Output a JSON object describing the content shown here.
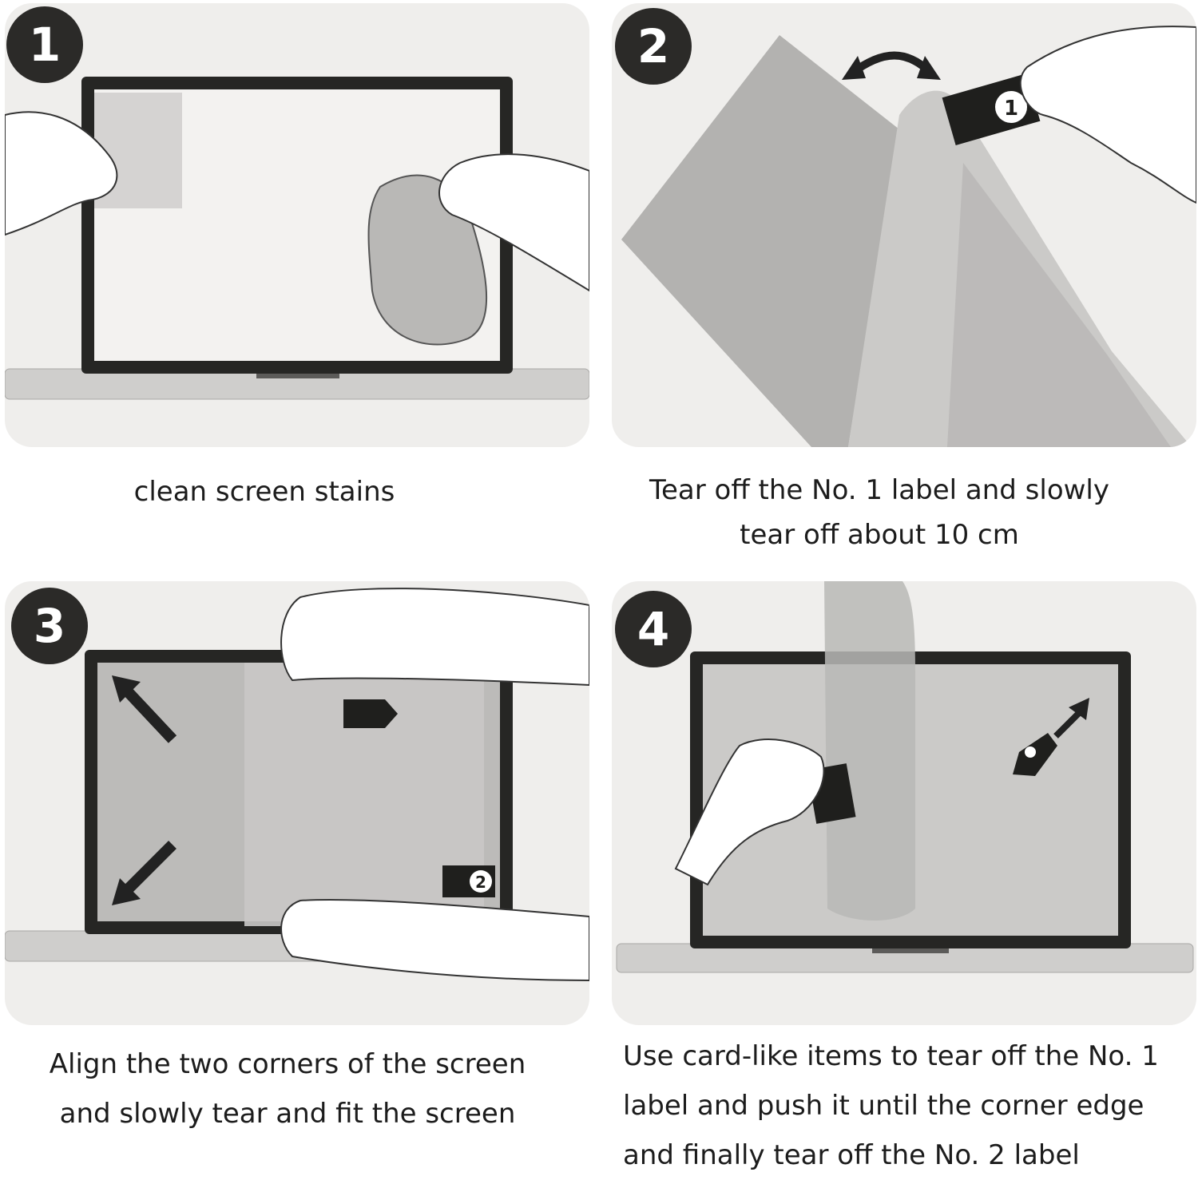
{
  "steps": [
    {
      "number": "1",
      "caption": [
        "clean screen stains"
      ]
    },
    {
      "number": "2",
      "caption": [
        "Tear off the No. 1 label and slowly",
        "tear off about 10 cm"
      ]
    },
    {
      "number": "3",
      "caption": [
        "Align the two corners of the screen",
        "and slowly tear and fit the screen"
      ]
    },
    {
      "number": "4",
      "caption": [
        "Use card-like items to tear off the No. 1",
        "label and push it until the corner edge",
        "and finally tear off the No. 2 label"
      ]
    }
  ],
  "label_marks": {
    "tab_1": "1",
    "tab_2": "2"
  },
  "colors": {
    "panel": "#efeeec",
    "badge": "#2b2a28",
    "bezel": "#262624",
    "film": "#bdbcba",
    "base": "#c9c8c6"
  }
}
